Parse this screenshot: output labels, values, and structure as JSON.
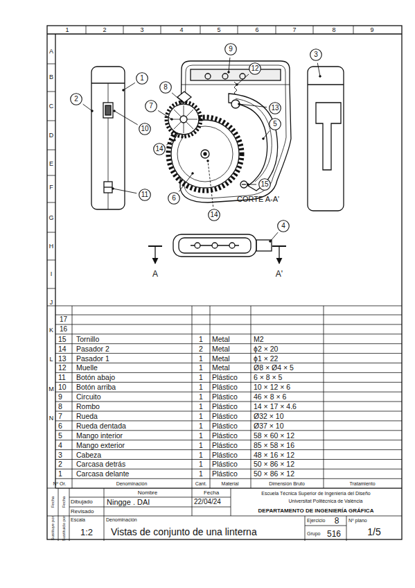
{
  "diagram": {
    "nodes": [
      {
        "text": [
          "1"
        ]
      },
      {
        "text": [
          "2"
        ]
      },
      {
        "text": [
          "10"
        ]
      },
      {
        "text": [
          "11"
        ]
      },
      {
        "text": [
          "9"
        ]
      },
      {
        "text": [
          "12"
        ]
      },
      {
        "text": [
          "8"
        ]
      },
      {
        "text": [
          "13"
        ]
      },
      {
        "text": [
          "7"
        ]
      },
      {
        "text": [
          "5"
        ]
      },
      {
        "text": [
          "14"
        ]
      },
      {
        "text": [
          "6"
        ]
      },
      {
        "text": [
          "15"
        ]
      },
      {
        "text": [
          "14"
        ]
      },
      {
        "text": [
          "3"
        ]
      },
      {
        "text": [
          "4"
        ]
      }
    ],
    "labels": [
      "1",
      "2",
      "3",
      "4",
      "5",
      "6",
      "7",
      "8",
      "9",
      "A",
      "B",
      "C",
      "D",
      "E",
      "F",
      "G",
      "H",
      "I",
      "J",
      "K",
      "L",
      "M",
      "N",
      "CORTE A-A'",
      "A",
      "A'",
      "17",
      "16",
      "15",
      "Tornillo",
      "1",
      "Metal",
      "M2",
      "14",
      "Pasador 2",
      "2",
      "Metal",
      "ϕ2 × 20",
      "13",
      "Pasador 1",
      "1",
      "Metal",
      "ϕ1 × 22",
      "12",
      "Muelle",
      "1",
      "Metal",
      "Ø8 × Ø4 × 5",
      "11",
      "Botón abajo",
      "1",
      "Plástico",
      "6 × 8 × 5",
      "10",
      "Botón arriba",
      "1",
      "Plástico",
      "10 × 12 × 6",
      "9",
      "Circuito",
      "1",
      "Plástico",
      "46 × 8 × 6",
      "8",
      "Rombo",
      "1",
      "Plástico",
      "14 × 17 × 4.6",
      "7",
      "Rueda",
      "1",
      "Plástico",
      "Ø32 × 10",
      "6",
      "Rueda dentada",
      "1",
      "Plástico",
      "Ø37 × 10",
      "5",
      "Mango interior",
      "1",
      "Plástico",
      "58 × 60 × 12",
      "4",
      "Mango exterior",
      "1",
      "Plástico",
      "85 × 58 × 16",
      "3",
      "Cabeza",
      "1",
      "Plástico",
      "48 × 16 × 12",
      "2",
      "Carcasa detrás",
      "1",
      "Plástico",
      "50 × 86 × 12",
      "1",
      "Carcasa delante",
      "1",
      "Plástico",
      "50 × 86 × 12",
      "Nº Or.",
      "Denominación",
      "Cant.",
      "Material",
      "Dimensión Bruto",
      "Tratamiento",
      "Dibujado",
      "Nombre",
      "Fecha",
      "Ningge . DAI",
      "22/04/24",
      "Revisado",
      "Escuela Técnica Superior de Ingeniería del Diseño",
      "Universitat Politècnica de València",
      "DEPARTAMENTO DE INGENIERÍA GRÁFICA",
      "Escala",
      "1:2",
      "Denominación",
      "Vistas de conjunto de una linterna",
      "Ejercicio",
      "8",
      "Nº plano",
      "1/5",
      "Grupo",
      "516",
      "Fecha",
      "Fecha",
      "Sustituye por",
      "Sustituido por"
    ]
  }
}
